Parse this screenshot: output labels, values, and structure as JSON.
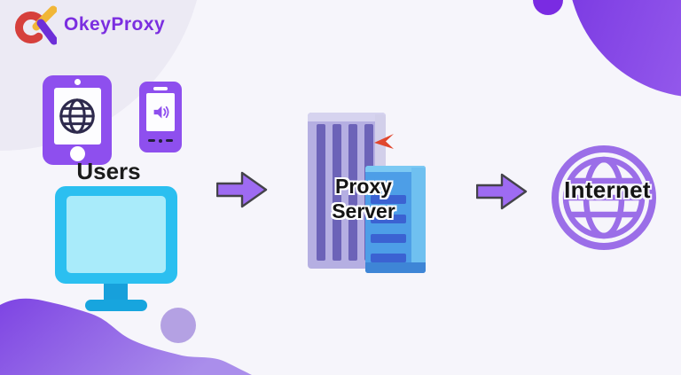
{
  "brand": {
    "name": "OkeyProxy"
  },
  "diagram": {
    "users": {
      "label": "Users"
    },
    "proxy_server": {
      "label_line1": "Proxy",
      "label_line2": "Server"
    },
    "internet": {
      "label": "Internet"
    }
  },
  "colors": {
    "background": "#F6F5FB",
    "brand_purple": "#7B2EE0",
    "device_purple": "#8E4FEE",
    "arrow_fill": "#9E6BF2",
    "arrow_outline": "#44434A",
    "monitor_cyan": "#2BBFF0",
    "monitor_screen": "#A9EBFA",
    "monitor_stand": "#17A0DB",
    "tower_lavender": "#B5AFE2",
    "tower_stripe": "#6C63B8",
    "blue_building": "#4D9EE7",
    "blue_building_bar": "#3B62D2",
    "flag_red": "#E0472E",
    "globe_purple": "#9B6EE8",
    "device_glyph_navy": "#2E2A4D",
    "blob_purple_dark": "#7E44E3",
    "blob_purple_light": "#AA8EEB",
    "label_text": "#141414"
  }
}
